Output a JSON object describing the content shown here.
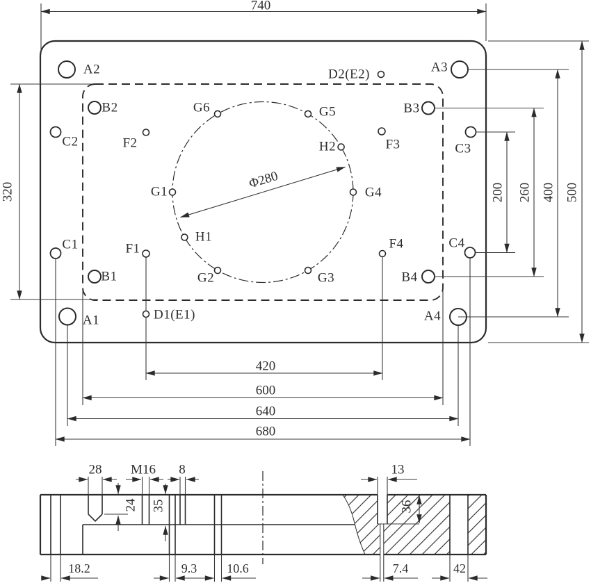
{
  "top_view": {
    "dims": {
      "w740": "740",
      "h320": "320",
      "r200": "200",
      "r260": "260",
      "r400": "400",
      "r500": "500",
      "b420": "420",
      "b600": "600",
      "b640": "640",
      "b680": "680",
      "phi": "Φ280"
    },
    "labels": {
      "a1": "A1",
      "a2": "A2",
      "a3": "A3",
      "a4": "A4",
      "b1": "B1",
      "b2": "B2",
      "b3": "B3",
      "b4": "B4",
      "c1": "C1",
      "c2": "C2",
      "c3": "C3",
      "c4": "C4",
      "d1": "D1(E1)",
      "d2": "D2(E2)",
      "f1": "F1",
      "f2": "F2",
      "f3": "F3",
      "f4": "F4",
      "g1": "G1",
      "g2": "G2",
      "g3": "G3",
      "g4": "G4",
      "g5": "G5",
      "g6": "G6",
      "h1": "H1",
      "h2": "H2"
    }
  },
  "section_view": {
    "dims": {
      "d28": "28",
      "m16": "M16",
      "d8": "8",
      "d13": "13",
      "d24": "24",
      "d35": "35",
      "d36": "36",
      "d18_2": "18.2",
      "d9_3": "9.3",
      "d10_6": "10.6",
      "d7_4": "7.4",
      "d42": "42"
    }
  }
}
